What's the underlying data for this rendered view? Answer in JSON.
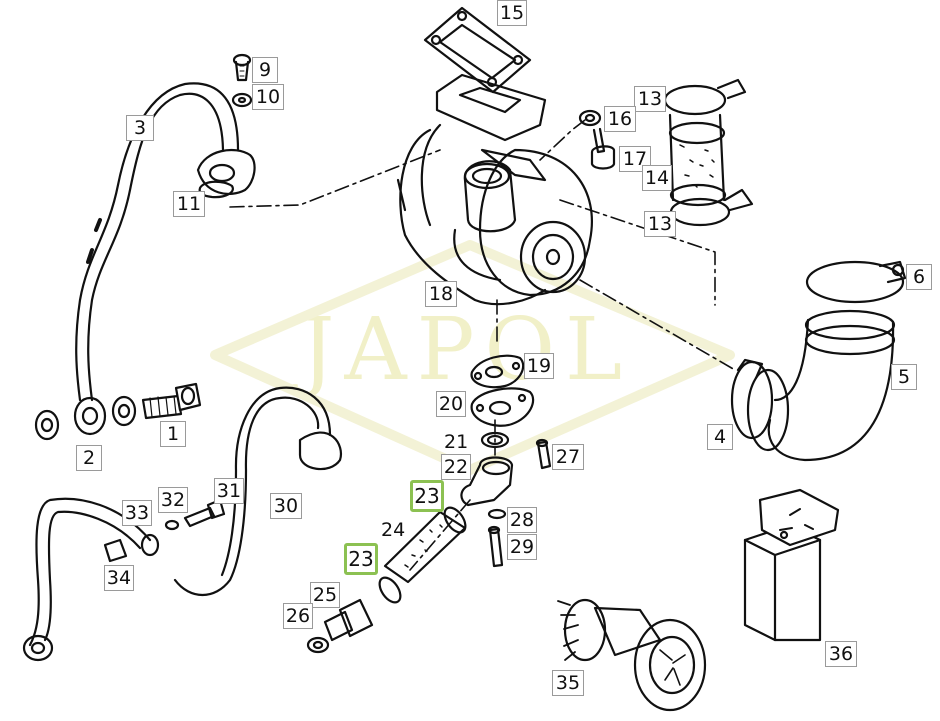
{
  "watermark": {
    "text": "JAPOL",
    "color": "#efeec2"
  },
  "highlight_color": "#8cc152",
  "parts": [
    {
      "id": "p1",
      "text": "1"
    },
    {
      "id": "p2",
      "text": "2"
    },
    {
      "id": "p3",
      "text": "3"
    },
    {
      "id": "p4",
      "text": "4"
    },
    {
      "id": "p5",
      "text": "5"
    },
    {
      "id": "p6",
      "text": "6"
    },
    {
      "id": "p9",
      "text": "9"
    },
    {
      "id": "p10",
      "text": "10"
    },
    {
      "id": "p11",
      "text": "11"
    },
    {
      "id": "p13a",
      "text": "13"
    },
    {
      "id": "p13b",
      "text": "13"
    },
    {
      "id": "p14",
      "text": "14"
    },
    {
      "id": "p15",
      "text": "15"
    },
    {
      "id": "p16",
      "text": "16"
    },
    {
      "id": "p17",
      "text": "17"
    },
    {
      "id": "p18",
      "text": "18"
    },
    {
      "id": "p19",
      "text": "19"
    },
    {
      "id": "p20",
      "text": "20"
    },
    {
      "id": "p21",
      "text": "21"
    },
    {
      "id": "p22",
      "text": "22"
    },
    {
      "id": "p23a",
      "text": "23"
    },
    {
      "id": "p23b",
      "text": "23"
    },
    {
      "id": "p24",
      "text": "24"
    },
    {
      "id": "p25",
      "text": "25"
    },
    {
      "id": "p26",
      "text": "26"
    },
    {
      "id": "p27",
      "text": "27"
    },
    {
      "id": "p28",
      "text": "28"
    },
    {
      "id": "p29",
      "text": "29"
    },
    {
      "id": "p30",
      "text": "30"
    },
    {
      "id": "p31",
      "text": "31"
    },
    {
      "id": "p32",
      "text": "32"
    },
    {
      "id": "p33",
      "text": "33"
    },
    {
      "id": "p34",
      "text": "34"
    },
    {
      "id": "p35",
      "text": "35"
    },
    {
      "id": "p36",
      "text": "36"
    }
  ]
}
